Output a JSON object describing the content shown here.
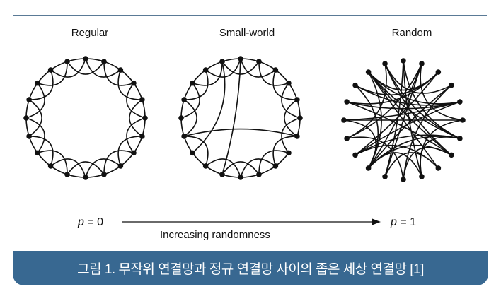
{
  "panels": [
    {
      "label": "Regular",
      "type": "regular"
    },
    {
      "label": "Small-world",
      "type": "small-world"
    },
    {
      "label": "Random",
      "type": "random"
    }
  ],
  "network": {
    "nodes": 20,
    "neighbors_each_side": 2
  },
  "axis": {
    "start_var": "p",
    "start_value": "= 0",
    "end_var": "p",
    "end_value": "= 1",
    "label": "Increasing randomness"
  },
  "caption": "그림 1. 무작위 연결망과 정규 연결망 사이의 좁은 세상 연결망 [1]",
  "colors": {
    "caption_bg": "#386891",
    "rule": "#5a7a96",
    "ink": "#111111"
  }
}
